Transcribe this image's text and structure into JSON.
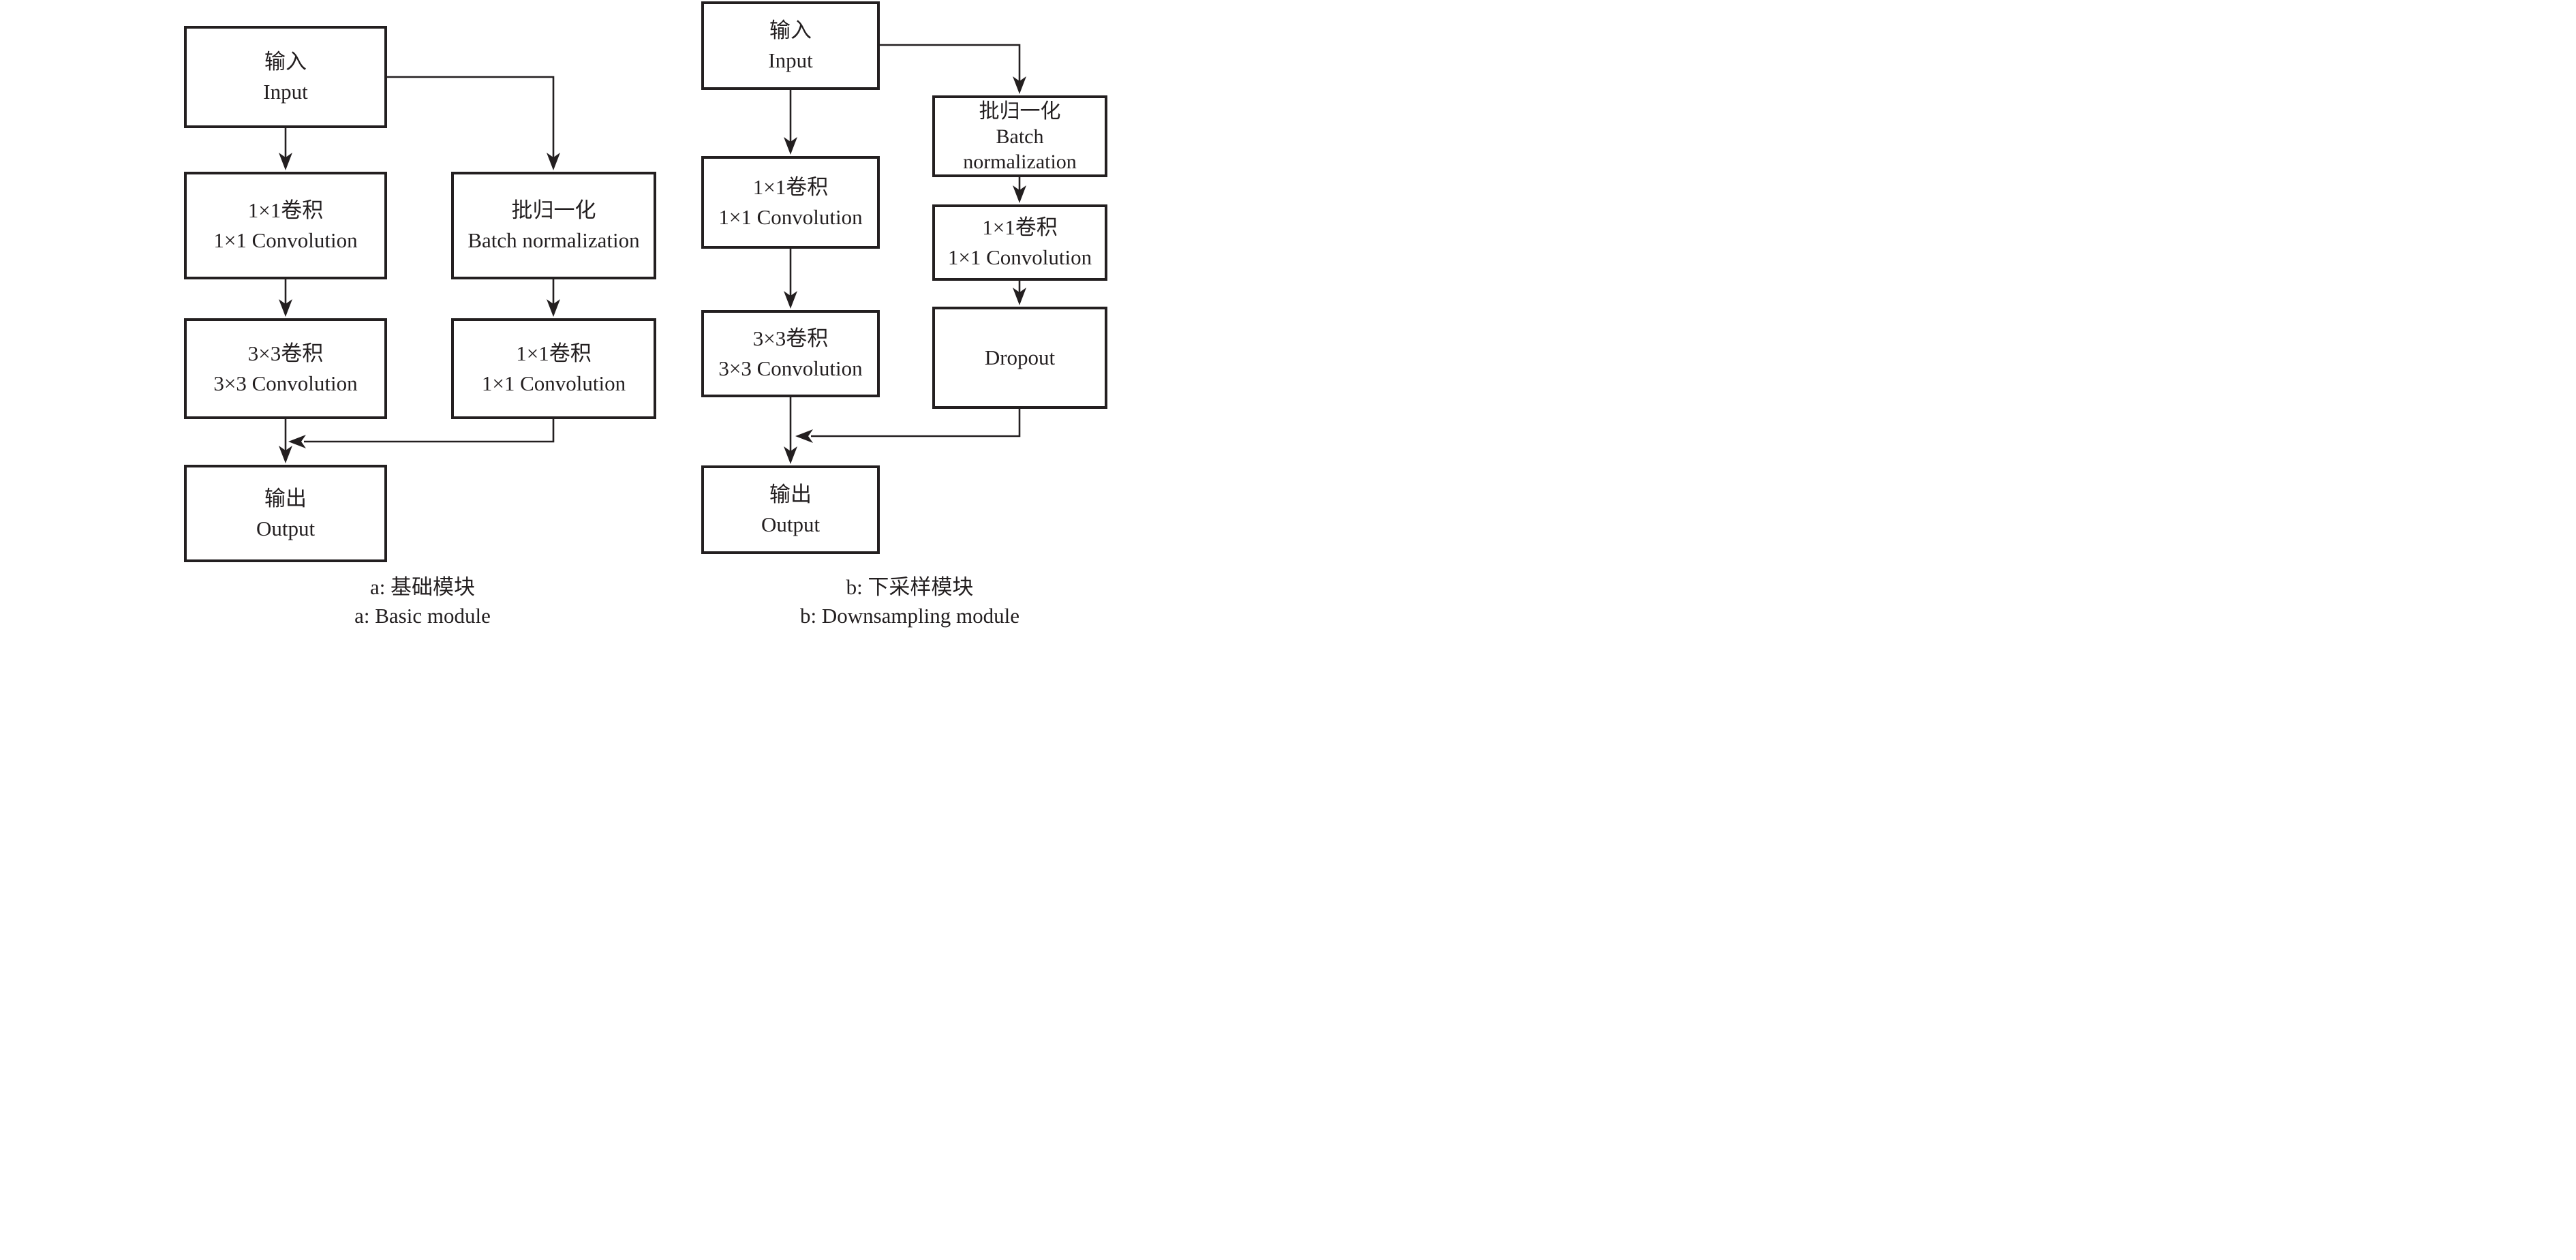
{
  "figure": {
    "colors": {
      "line": "#231f20",
      "background": "#ffffff"
    },
    "nodes": {
      "a_input": {
        "zh": "输入",
        "en": "Input"
      },
      "a_conv1": {
        "zh": "1×1卷积",
        "en": "1×1 Convolution"
      },
      "a_bn": {
        "zh": "批归一化",
        "en": "Batch normalization"
      },
      "a_conv3": {
        "zh": "3×3卷积",
        "en": "3×3 Convolution"
      },
      "a_conv1b": {
        "zh": "1×1卷积",
        "en": "1×1 Convolution"
      },
      "a_output": {
        "zh": "输出",
        "en": "Output"
      },
      "b_input": {
        "zh": "输入",
        "en": "Input"
      },
      "b_conv1": {
        "zh": "1×1卷积",
        "en": "1×1 Convolution"
      },
      "b_bn": {
        "zh": "批归一化",
        "en_line1": "Batch",
        "en_line2": "normalization"
      },
      "b_conv3": {
        "zh": "3×3卷积",
        "en": "3×3 Convolution"
      },
      "b_conv1r": {
        "zh": "1×1卷积",
        "en": "1×1 Convolution"
      },
      "b_dropout": {
        "label": "Dropout"
      },
      "b_output": {
        "zh": "输出",
        "en": "Output"
      }
    },
    "captions": {
      "a_zh": "a: 基础模块",
      "a_en": "a: Basic module",
      "b_zh": "b: 下采样模块",
      "b_en": "b: Downsampling module"
    }
  }
}
